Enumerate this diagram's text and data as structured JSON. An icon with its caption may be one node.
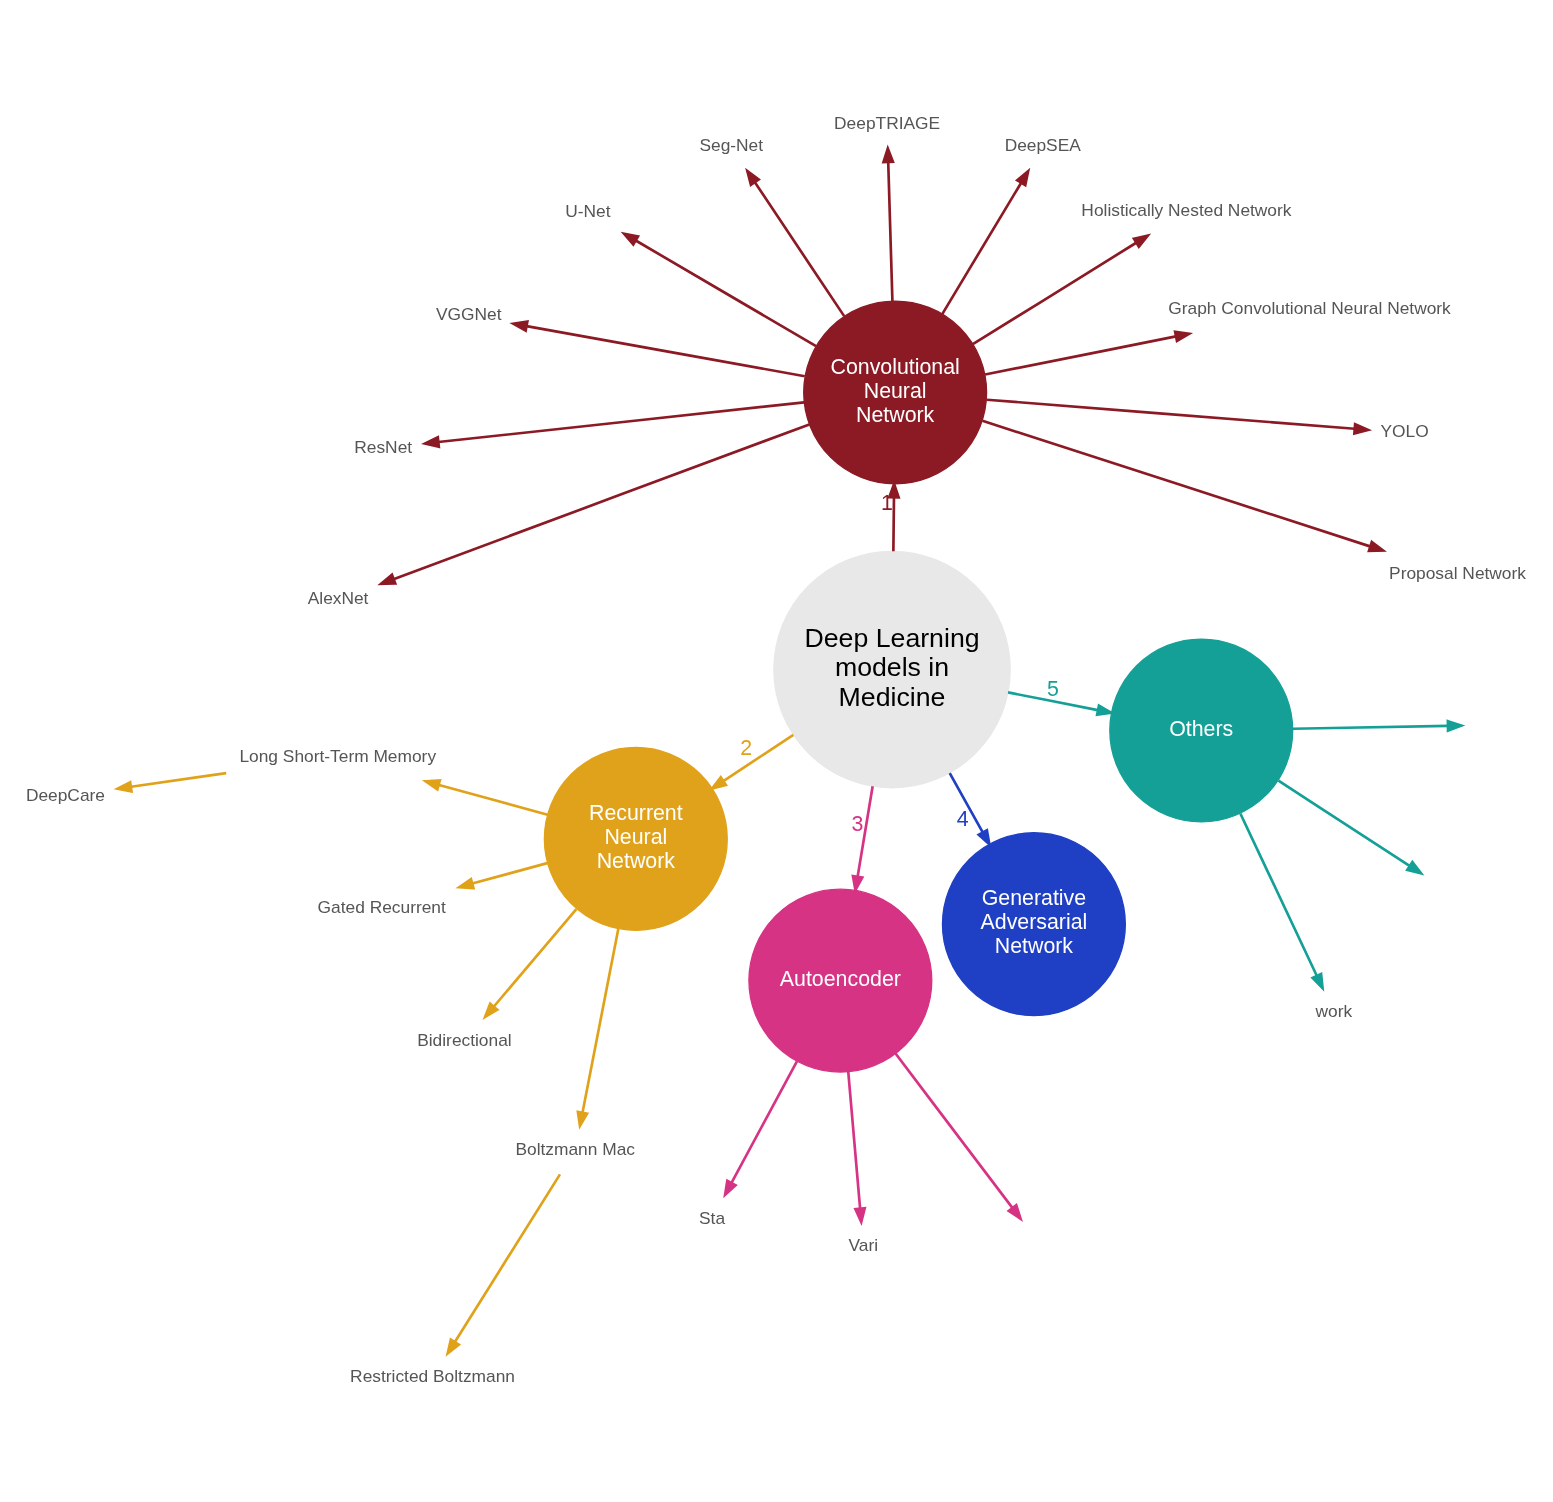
{
  "diagram": {
    "nodes": [
      {
        "text": [
          "Deep Learning models in Medicine"
        ]
      },
      {
        "text": [
          "Convolutional Neural Network"
        ]
      },
      {
        "text": [
          "Recurrent Neural Network"
        ]
      },
      {
        "text": [
          "Autoencoder"
        ]
      },
      {
        "text": [
          "Generative Adversarial Network"
        ]
      },
      {
        "text": [
          "Others"
        ]
      },
      {
        "text": [
          "Proposal Network"
        ]
      },
      {
        "text": [
          "YOLO"
        ]
      },
      {
        "text": [
          "Graph Convolutional Neural Network"
        ]
      },
      {
        "text": [
          "Holistically Nested Network"
        ]
      },
      {
        "text": [
          "DeepSEA"
        ]
      },
      {
        "text": [
          "DeepTRIAGE"
        ]
      },
      {
        "text": [
          "Seg-Net"
        ]
      },
      {
        "text": [
          "U-Net"
        ]
      },
      {
        "text": [
          "VGGNet"
        ]
      },
      {
        "text": [
          "ResNet"
        ]
      },
      {
        "text": [
          "AlexNet"
        ]
      },
      {
        "text": [
          "Long Short-Term Memory"
        ]
      },
      {
        "text": [
          "DeepCare"
        ]
      },
      {
        "text": [
          "Gated Recurrent"
        ]
      },
      {
        "text": [
          "Bidirectional"
        ]
      },
      {
        "text": [
          "Boltzmann Mac"
        ]
      },
      {
        "text": [
          "Restricted Boltzmann"
        ]
      },
      {
        "text": [
          "Sta"
        ]
      },
      {
        "text": [
          "Vari"
        ]
      },
      {
        "text": [
          "work"
        ]
      }
    ],
    "edges": [
      {
        "from": 0,
        "to": 1,
        "arrow": "to",
        "label": "1",
        "color": "#8b1a24"
      },
      {
        "from": 0,
        "to": 2,
        "arrow": "to",
        "label": "2",
        "color": "#e0a21a"
      },
      {
        "from": 0,
        "to": 3,
        "arrow": "to",
        "label": "3",
        "color": "#d63384"
      },
      {
        "from": 0,
        "to": 4,
        "arrow": "to",
        "label": "4",
        "color": "#1f3fc4"
      },
      {
        "from": 0,
        "to": 5,
        "arrow": "to",
        "label": "5",
        "color": "#14a096"
      },
      {
        "from": 1,
        "to": 6,
        "arrow": "to",
        "color": "#8b1a24"
      },
      {
        "from": 1,
        "to": 7,
        "arrow": "to",
        "color": "#8b1a24"
      },
      {
        "from": 1,
        "to": 8,
        "arrow": "to",
        "color": "#8b1a24"
      },
      {
        "from": 1,
        "to": 9,
        "arrow": "to",
        "color": "#8b1a24"
      },
      {
        "from": 1,
        "to": 10,
        "arrow": "to",
        "color": "#8b1a24"
      },
      {
        "from": 1,
        "to": 11,
        "arrow": "to",
        "color": "#8b1a24"
      },
      {
        "from": 1,
        "to": 12,
        "arrow": "to",
        "color": "#8b1a24"
      },
      {
        "from": 1,
        "to": 13,
        "arrow": "to",
        "color": "#8b1a24"
      },
      {
        "from": 1,
        "to": 14,
        "arrow": "to",
        "color": "#8b1a24"
      },
      {
        "from": 1,
        "to": 15,
        "arrow": "to",
        "color": "#8b1a24"
      },
      {
        "from": 1,
        "to": 16,
        "arrow": "to",
        "color": "#8b1a24"
      },
      {
        "from": 2,
        "to": 17,
        "arrow": "to",
        "color": "#e0a21a"
      },
      {
        "from": 17,
        "to": 18,
        "arrow": "to",
        "color": "#e0a21a"
      },
      {
        "from": 2,
        "to": 19,
        "arrow": "to",
        "color": "#e0a21a"
      },
      {
        "from": 2,
        "to": 20,
        "arrow": "to",
        "color": "#e0a21a"
      },
      {
        "from": 2,
        "to": 21,
        "arrow": "to",
        "color": "#e0a21a"
      },
      {
        "from": 21,
        "to": 22,
        "arrow": "to",
        "color": "#e0a21a"
      },
      {
        "from": 3,
        "to": 23,
        "arrow": "to",
        "color": "#d63384"
      },
      {
        "from": 3,
        "to": null,
        "arrow": "to",
        "color": "#d63384"
      },
      {
        "from": 3,
        "to": 24,
        "arrow": "to",
        "color": "#d63384"
      },
      {
        "from": 5,
        "to": null,
        "arrow": "to",
        "color": "#14a096"
      },
      {
        "from": 5,
        "to": null,
        "arrow": "to",
        "color": "#14a096"
      },
      {
        "from": 5,
        "to": 25,
        "arrow": "to",
        "color": "#14a096"
      }
    ]
  }
}
